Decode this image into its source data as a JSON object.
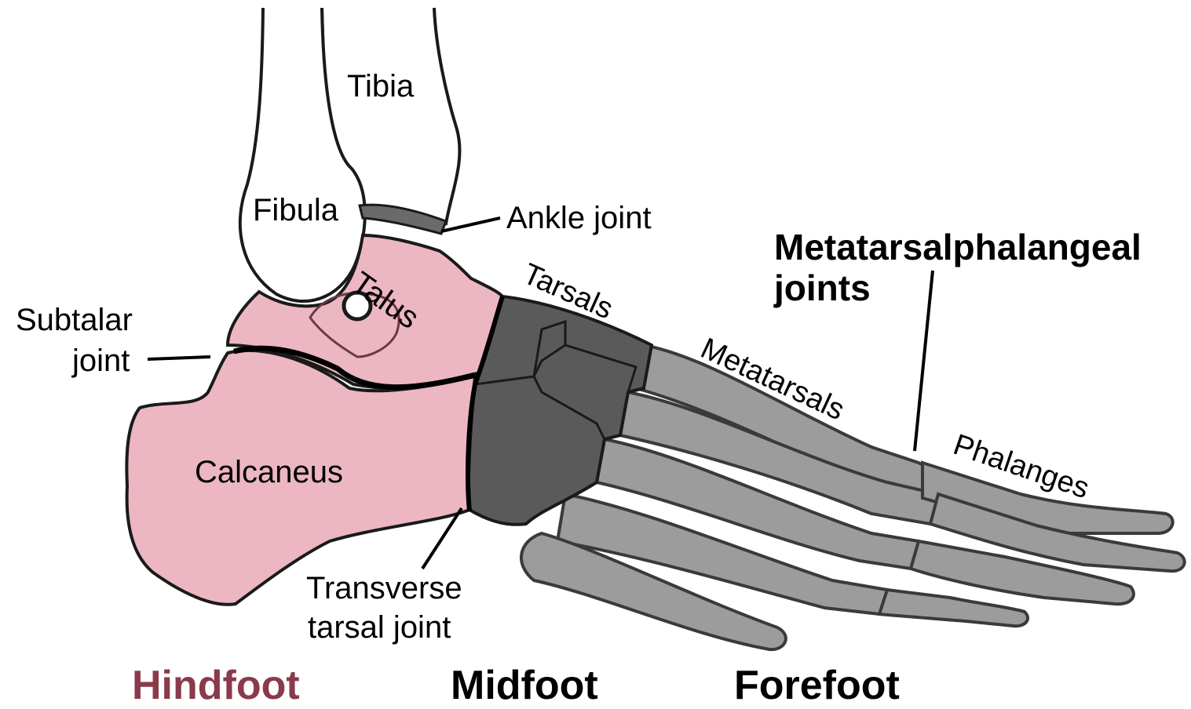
{
  "colors": {
    "hindfoot": "#ecb7c2",
    "hindfoot_region_text": "#8a3a4a",
    "midfoot": "#5a5a5a",
    "forefoot": "#9c9c9c",
    "outline": "#1a1a1a",
    "background": "#ffffff"
  },
  "labels": {
    "tibia": "Tibia",
    "fibula": "Fibula",
    "ankle_joint": "Ankle joint",
    "talus": "Talus",
    "tarsals": "Tarsals",
    "subtalar_line1": "Subtalar",
    "subtalar_line2": "joint",
    "calcaneus": "Calcaneus",
    "metatarsals": "Metatarsals",
    "mtp_line1": "Metatarsalphalangeal",
    "mtp_line2": "joints",
    "phalanges": "Phalanges",
    "transverse_line1": "Transverse",
    "transverse_line2": "tarsal joint"
  },
  "regions": {
    "hindfoot": "Hindfoot",
    "midfoot": "Midfoot",
    "forefoot": "Forefoot"
  }
}
